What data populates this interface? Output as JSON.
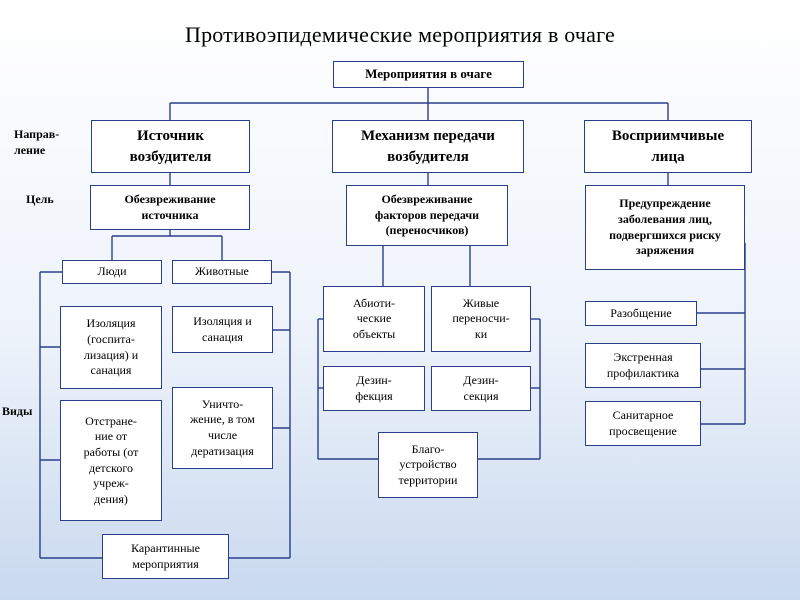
{
  "title": "Противоэпидемические мероприятия в очаге",
  "labels": {
    "direction": "Направ-\nление",
    "goal": "Цель",
    "kinds": "Виды"
  },
  "root": "Мероприятия в очаге",
  "directions": {
    "source": "Источник\nвозбудителя",
    "mechanism": "Механизм передачи\nвозбудителя",
    "susceptible": "Восприимчивые\nлица"
  },
  "goals": {
    "source": "Обезвреживание\nисточника",
    "mechanism": "Обезвреживание\nфакторов передачи\n(переносчиков)",
    "susceptible": "Предупреждение\nзаболевания лиц,\nподвергшихся риску\nзаряжения"
  },
  "source_types": {
    "people": "Люди",
    "animals": "Животные",
    "isolation_people": "Изоляция\n(госпита-\nлизация) и\nсанация",
    "removal": "Отстране-\nние от\nработы (от\nдетского\nучреж-\nдения)",
    "isolation_animals": "Изоляция и\nсанация",
    "destruction": "Уничто-\nжение, в том\nчисле\nдератизация",
    "quarantine": "Карантинные\nмероприятия"
  },
  "mechanism_types": {
    "abiotic": "Абиоти-\nческие\nобъекты",
    "live_vectors": "Живые\nпереносчи-\nки",
    "disinfection": "Дезин-\nфекция",
    "disinsection": "Дезин-\nсекция",
    "improvement": "Благо-\nустройство\nтерритории"
  },
  "susceptible_types": {
    "separation": "Разобщение",
    "emergency": "Экстренная\nпрофилактика",
    "education": "Санитарное\nпросвещение"
  },
  "colors": {
    "line": "#2a3f8c",
    "border": "#2a3f8c",
    "background_bottom": "#c9d9ef"
  }
}
